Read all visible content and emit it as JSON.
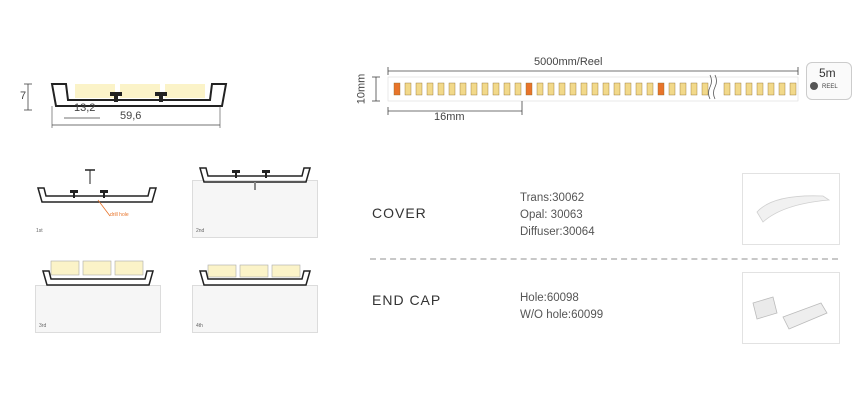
{
  "profile": {
    "height_label": "7",
    "inner_width_label": "13,2",
    "outer_width_label": "59,6"
  },
  "install_steps": [
    {
      "label": "1st",
      "note": "drill hole"
    },
    {
      "label": "2nd"
    },
    {
      "label": "3rd"
    },
    {
      "label": "4th"
    }
  ],
  "strip": {
    "length_label": "5000mm/Reel",
    "width_label": "10mm",
    "segment_label": "16mm",
    "reel_length": "5m",
    "reel_text": "REEL"
  },
  "accessories": [
    {
      "name": "COVER",
      "codes": [
        "Trans:30062",
        "Opal: 30063",
        "Diffuser:30064"
      ]
    },
    {
      "name": "END CAP",
      "codes": [
        "Hole:60098",
        "W/O hole:60099"
      ]
    }
  ],
  "colors": {
    "led_chip": "#f2d98a",
    "led_orange": "#e8742a",
    "profile": "#222222"
  }
}
